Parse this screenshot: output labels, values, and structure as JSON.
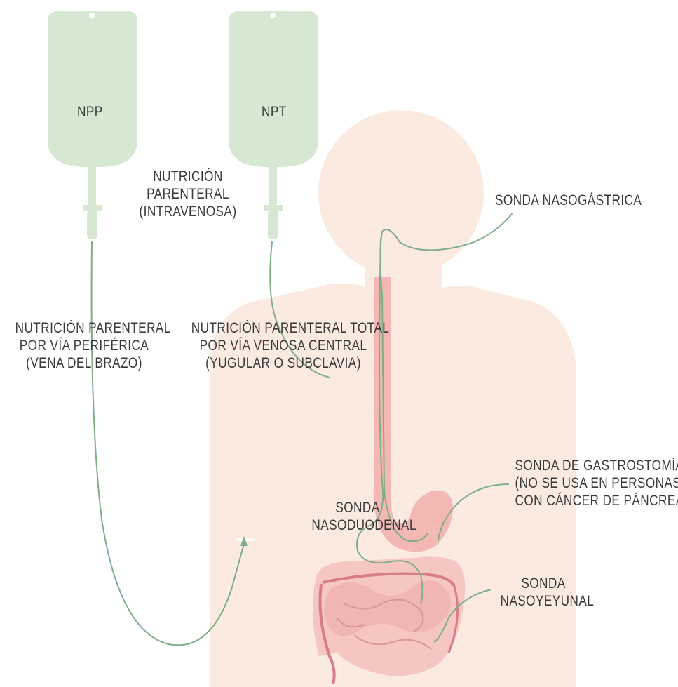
{
  "colors": {
    "bag": "#d7e8d2",
    "body": "#faeadf",
    "tube": "#7fae8a",
    "digestive": "#f4b8b4",
    "intestine_dark": "#d97d84",
    "text": "#3a3a3a"
  },
  "bags": [
    {
      "label": "NPP"
    },
    {
      "label": "NPT"
    }
  ],
  "labels": {
    "parenteral": [
      "NUTRICIÓN",
      "PARENTERAL",
      "(INTRAVENOSA)"
    ],
    "peripheral": [
      "NUTRICIÓN PARENTERAL",
      "POR VÍA PERIFÉRICA",
      "(VENA DEL BRAZO)"
    ],
    "central": [
      "NUTRICIÓN PARENTERAL TOTAL",
      "POR VÍA VENOSA CENTRAL",
      "(YUGULAR O SUBCLAVIA)"
    ],
    "nasogastric": [
      "SONDA NASOGÁSTRICA"
    ],
    "gastrostomy": [
      "SONDA DE GASTROSTOMÍA",
      "(NO SE USA EN PERSONAS",
      "CON CÁNCER DE PÁNCREAS)"
    ],
    "nasoduodenal": [
      "SONDA",
      "NASODUODENAL"
    ],
    "nasojejunal": [
      "SONDA",
      "NASOYEYUNAL"
    ]
  }
}
